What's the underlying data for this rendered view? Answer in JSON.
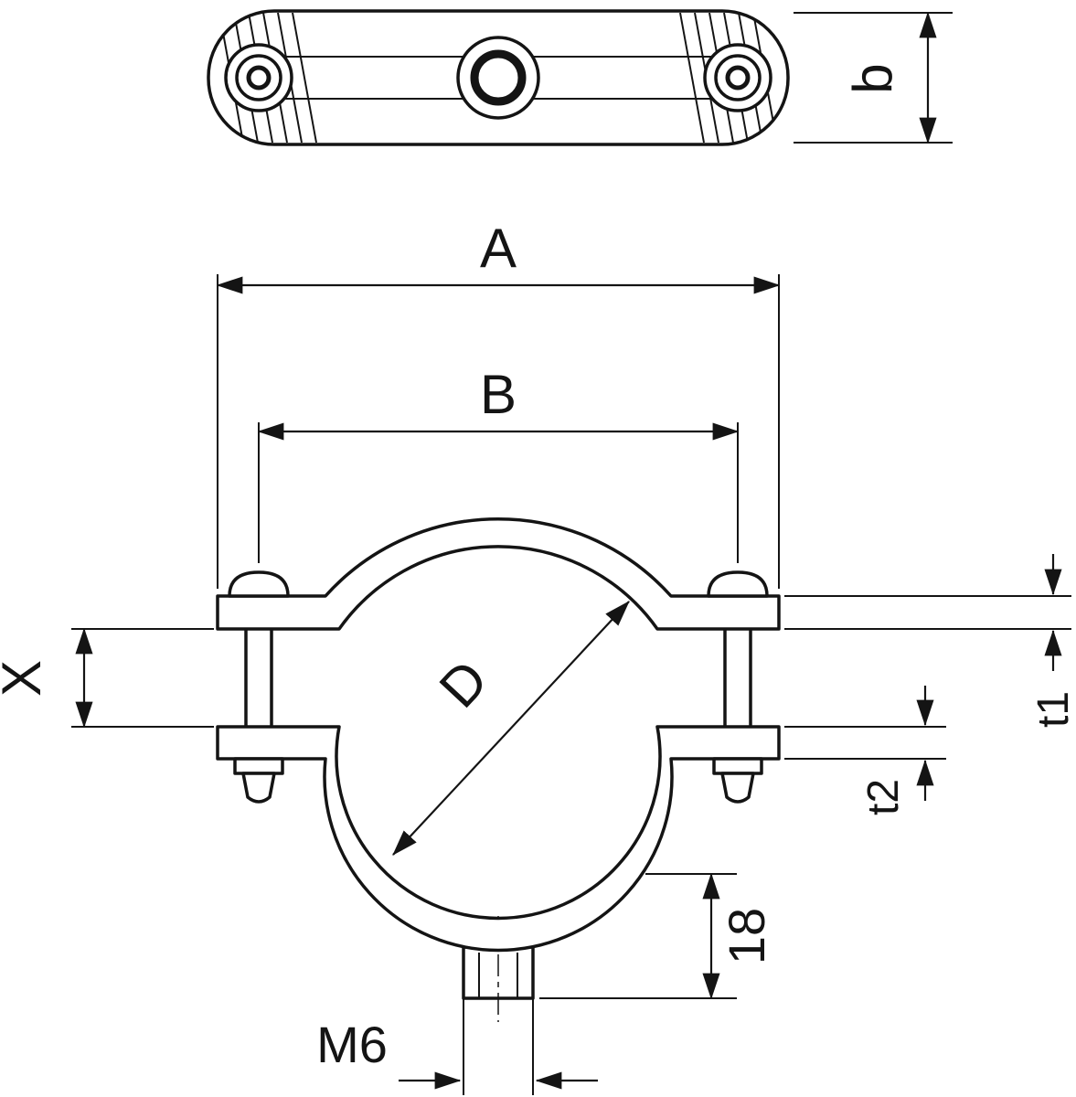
{
  "drawing": {
    "type": "technical-dimension-drawing",
    "subject": "pipe-clamp-with-threaded-connection",
    "colors": {
      "line": "#141414",
      "background": "#ffffff"
    },
    "labels": {
      "overall_width": "A",
      "bolt_spacing": "B",
      "depth": "b",
      "clamp_opening": "X",
      "clamp_diameter": "D",
      "upper_strap_thickness": "t1",
      "lower_strap_thickness": "t2",
      "boss_height": "18",
      "thread": "M6"
    }
  }
}
